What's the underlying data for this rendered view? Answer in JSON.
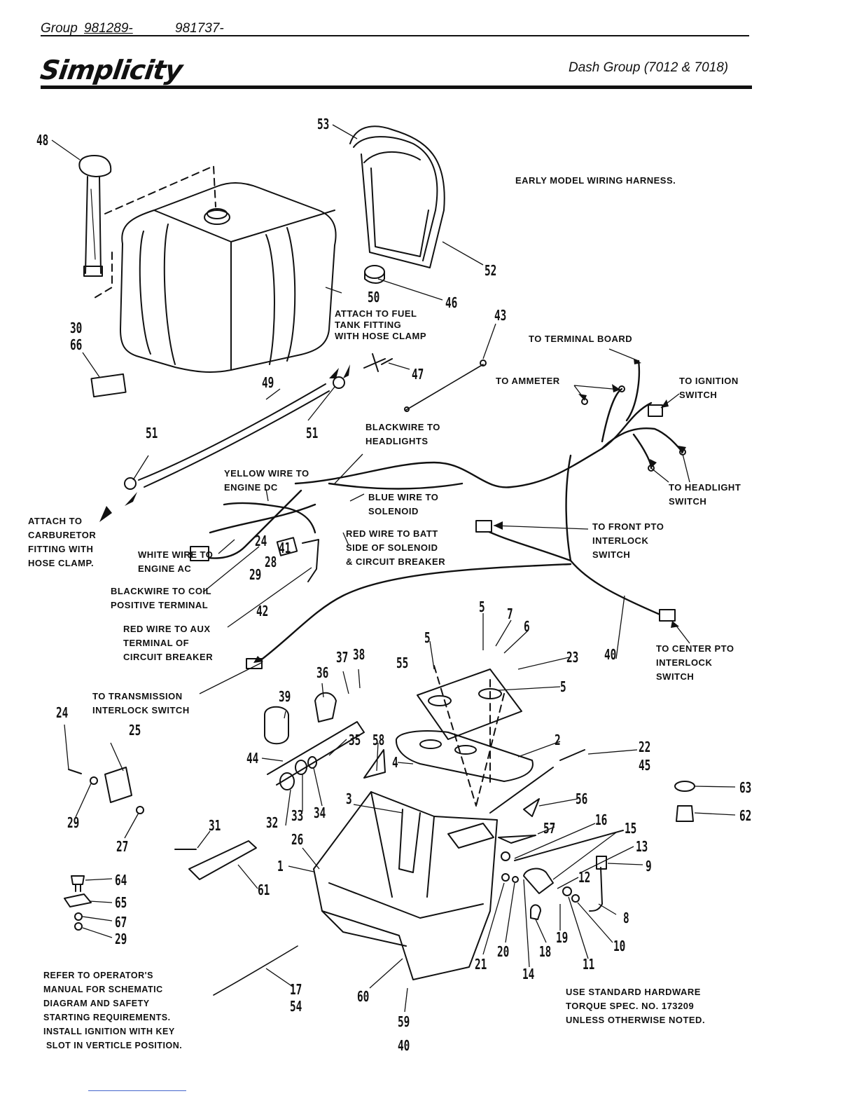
{
  "header": {
    "group_label": "Group",
    "group_number_1": "981289-",
    "group_number_2": "981737-",
    "brand": "Simplicity",
    "section_title": "Dash Group (7012 & 7018)"
  },
  "notes": {
    "harness": "EARLY MODEL WIRING HARNESS.",
    "schematic": "REFER TO OPERATOR'S\nMANUAL FOR SCHEMATIC\nDIAGRAM AND SAFETY\nSTARTING REQUIREMENTS.\nINSTALL IGNITION WITH KEY\n SLOT IN VERTICLE POSITION.",
    "torque": "USE STANDARD HARDWARE\nTORQUE SPEC. NO. 173209\nUNLESS OTHERWISE NOTED."
  },
  "labels": {
    "fuel_fitting": "ATTACH TO FUEL\nTANK FITTING\nWITH HOSE CLAMP",
    "carb_fitting": "ATTACH TO\nCARBURETOR\nFITTING WITH\nHOSE CLAMP.",
    "terminal_board": "TO TERMINAL BOARD",
    "ammeter": "TO AMMETER",
    "ignition": "TO IGNITION\nSWITCH",
    "black_headlights": "BLACKWIRE TO\nHEADLIGHTS",
    "yellow_dc": "YELLOW WIRE TO\nENGINE DC",
    "blue_solenoid": "BLUE WIRE TO\nSOLENOID",
    "headlight_switch": "TO HEADLIGHT\nSWITCH",
    "red_batt": "RED WIRE TO BATT\nSIDE OF SOLENOID\n& CIRCUIT BREAKER",
    "front_pto": "TO FRONT PTO\nINTERLOCK\nSWITCH",
    "white_ac": "WHITE WIRE TO\nENGINE AC",
    "black_coil": "BLACKWIRE TO COIL\nPOSITIVE TERMINAL",
    "red_aux": "RED WIRE TO AUX\nTERMINAL OF\nCIRCUIT BREAKER",
    "center_pto": "TO CENTER PTO\nINTERLOCK\nSWITCH",
    "transmission": "TO TRANSMISSION\nINTERLOCK SWITCH"
  },
  "parts": {
    "p1": "1",
    "p2": "2",
    "p3": "3",
    "p4": "4",
    "p5a": "5",
    "p5b": "5",
    "p5c": "5",
    "p6": "6",
    "p7": "7",
    "p8": "8",
    "p9": "9",
    "p10": "10",
    "p11": "11",
    "p12": "12",
    "p13": "13",
    "p14": "14",
    "p15": "15",
    "p16": "16",
    "p17": "17",
    "p18": "18",
    "p19": "19",
    "p20": "20",
    "p21": "21",
    "p22": "22",
    "p23": "23",
    "p24a": "24",
    "p24b": "24",
    "p25": "25",
    "p26": "26",
    "p27": "27",
    "p28": "28",
    "p29a": "29",
    "p29b": "29",
    "p29c": "29",
    "p30": "30",
    "p31": "31",
    "p32": "32",
    "p33": "33",
    "p34": "34",
    "p35": "35",
    "p36": "36",
    "p37": "37",
    "p38": "38",
    "p39": "39",
    "p40a": "40",
    "p40b": "40",
    "p41": "41",
    "p42": "42",
    "p43": "43",
    "p44": "44",
    "p45": "45",
    "p46": "46",
    "p47": "47",
    "p48": "48",
    "p49": "49",
    "p50": "50",
    "p51a": "51",
    "p51b": "51",
    "p52": "52",
    "p53": "53",
    "p54": "54",
    "p55": "55",
    "p56": "56",
    "p57": "57",
    "p58": "58",
    "p59": "59",
    "p60": "60",
    "p61": "61",
    "p62": "62",
    "p63": "63",
    "p64": "64",
    "p65": "65",
    "p66": "66",
    "p67": "67"
  }
}
